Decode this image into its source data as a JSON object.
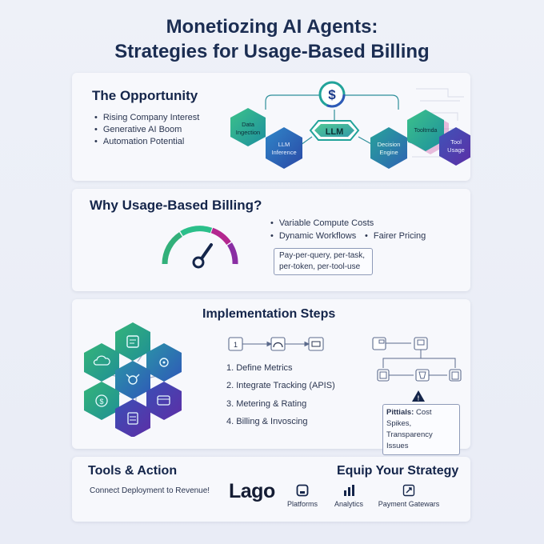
{
  "title": {
    "line1": "Monetiozing AI Agents:",
    "line2": "Strategies for Usage-Based Billing"
  },
  "opportunity": {
    "heading": "The Opportunity",
    "bullets": [
      "Rising Company Interest",
      "Generative AI Boom",
      "Automation Potential"
    ],
    "nodes": {
      "data": [
        "Data",
        "Ingection"
      ],
      "llm_inference": [
        "LLM",
        "Inference"
      ],
      "llm": "LLM",
      "decision": [
        "Decision",
        "Engine"
      ],
      "tools": "Tooltrnda",
      "tool_usage": [
        "Tool",
        "Usage"
      ]
    },
    "icon": "dollar-icon"
  },
  "why": {
    "heading": "Why Usage-Based Billing?",
    "bullets": [
      "Variable Compute Costs",
      "Dynamic Workflows",
      "Fairer Pricing"
    ],
    "box_line1": "Pay-per-query, per-task,",
    "box_line2": "per-token, per-tool-use",
    "icon": "gauge-icon"
  },
  "implementation": {
    "heading": "Implementation Steps",
    "steps": [
      "1. Define Metrics",
      "2. Integrate Tracking (APIS)",
      "3. Metering & Rating",
      "4. Billing & Invoscing"
    ],
    "pitfalls_label": "Pittials:",
    "pitfalls_text": "Cost Spikes,",
    "pitfalls_line2": "Transparency Issues",
    "flow_step1": "1"
  },
  "tools": {
    "heading": "Tools & Action",
    "subtext": "Connect Deployment to Revenue!",
    "right_heading": "Equip Your Strategy",
    "logo": "Lago",
    "items": [
      "Platforms",
      "Analytics",
      "Payment Gatewars"
    ]
  },
  "colors": {
    "teal": "#22a39a",
    "green": "#3bb86e",
    "blue": "#2f59b8",
    "purple": "#5a35a8",
    "navy": "#14254a",
    "magenta": "#b3278f"
  }
}
